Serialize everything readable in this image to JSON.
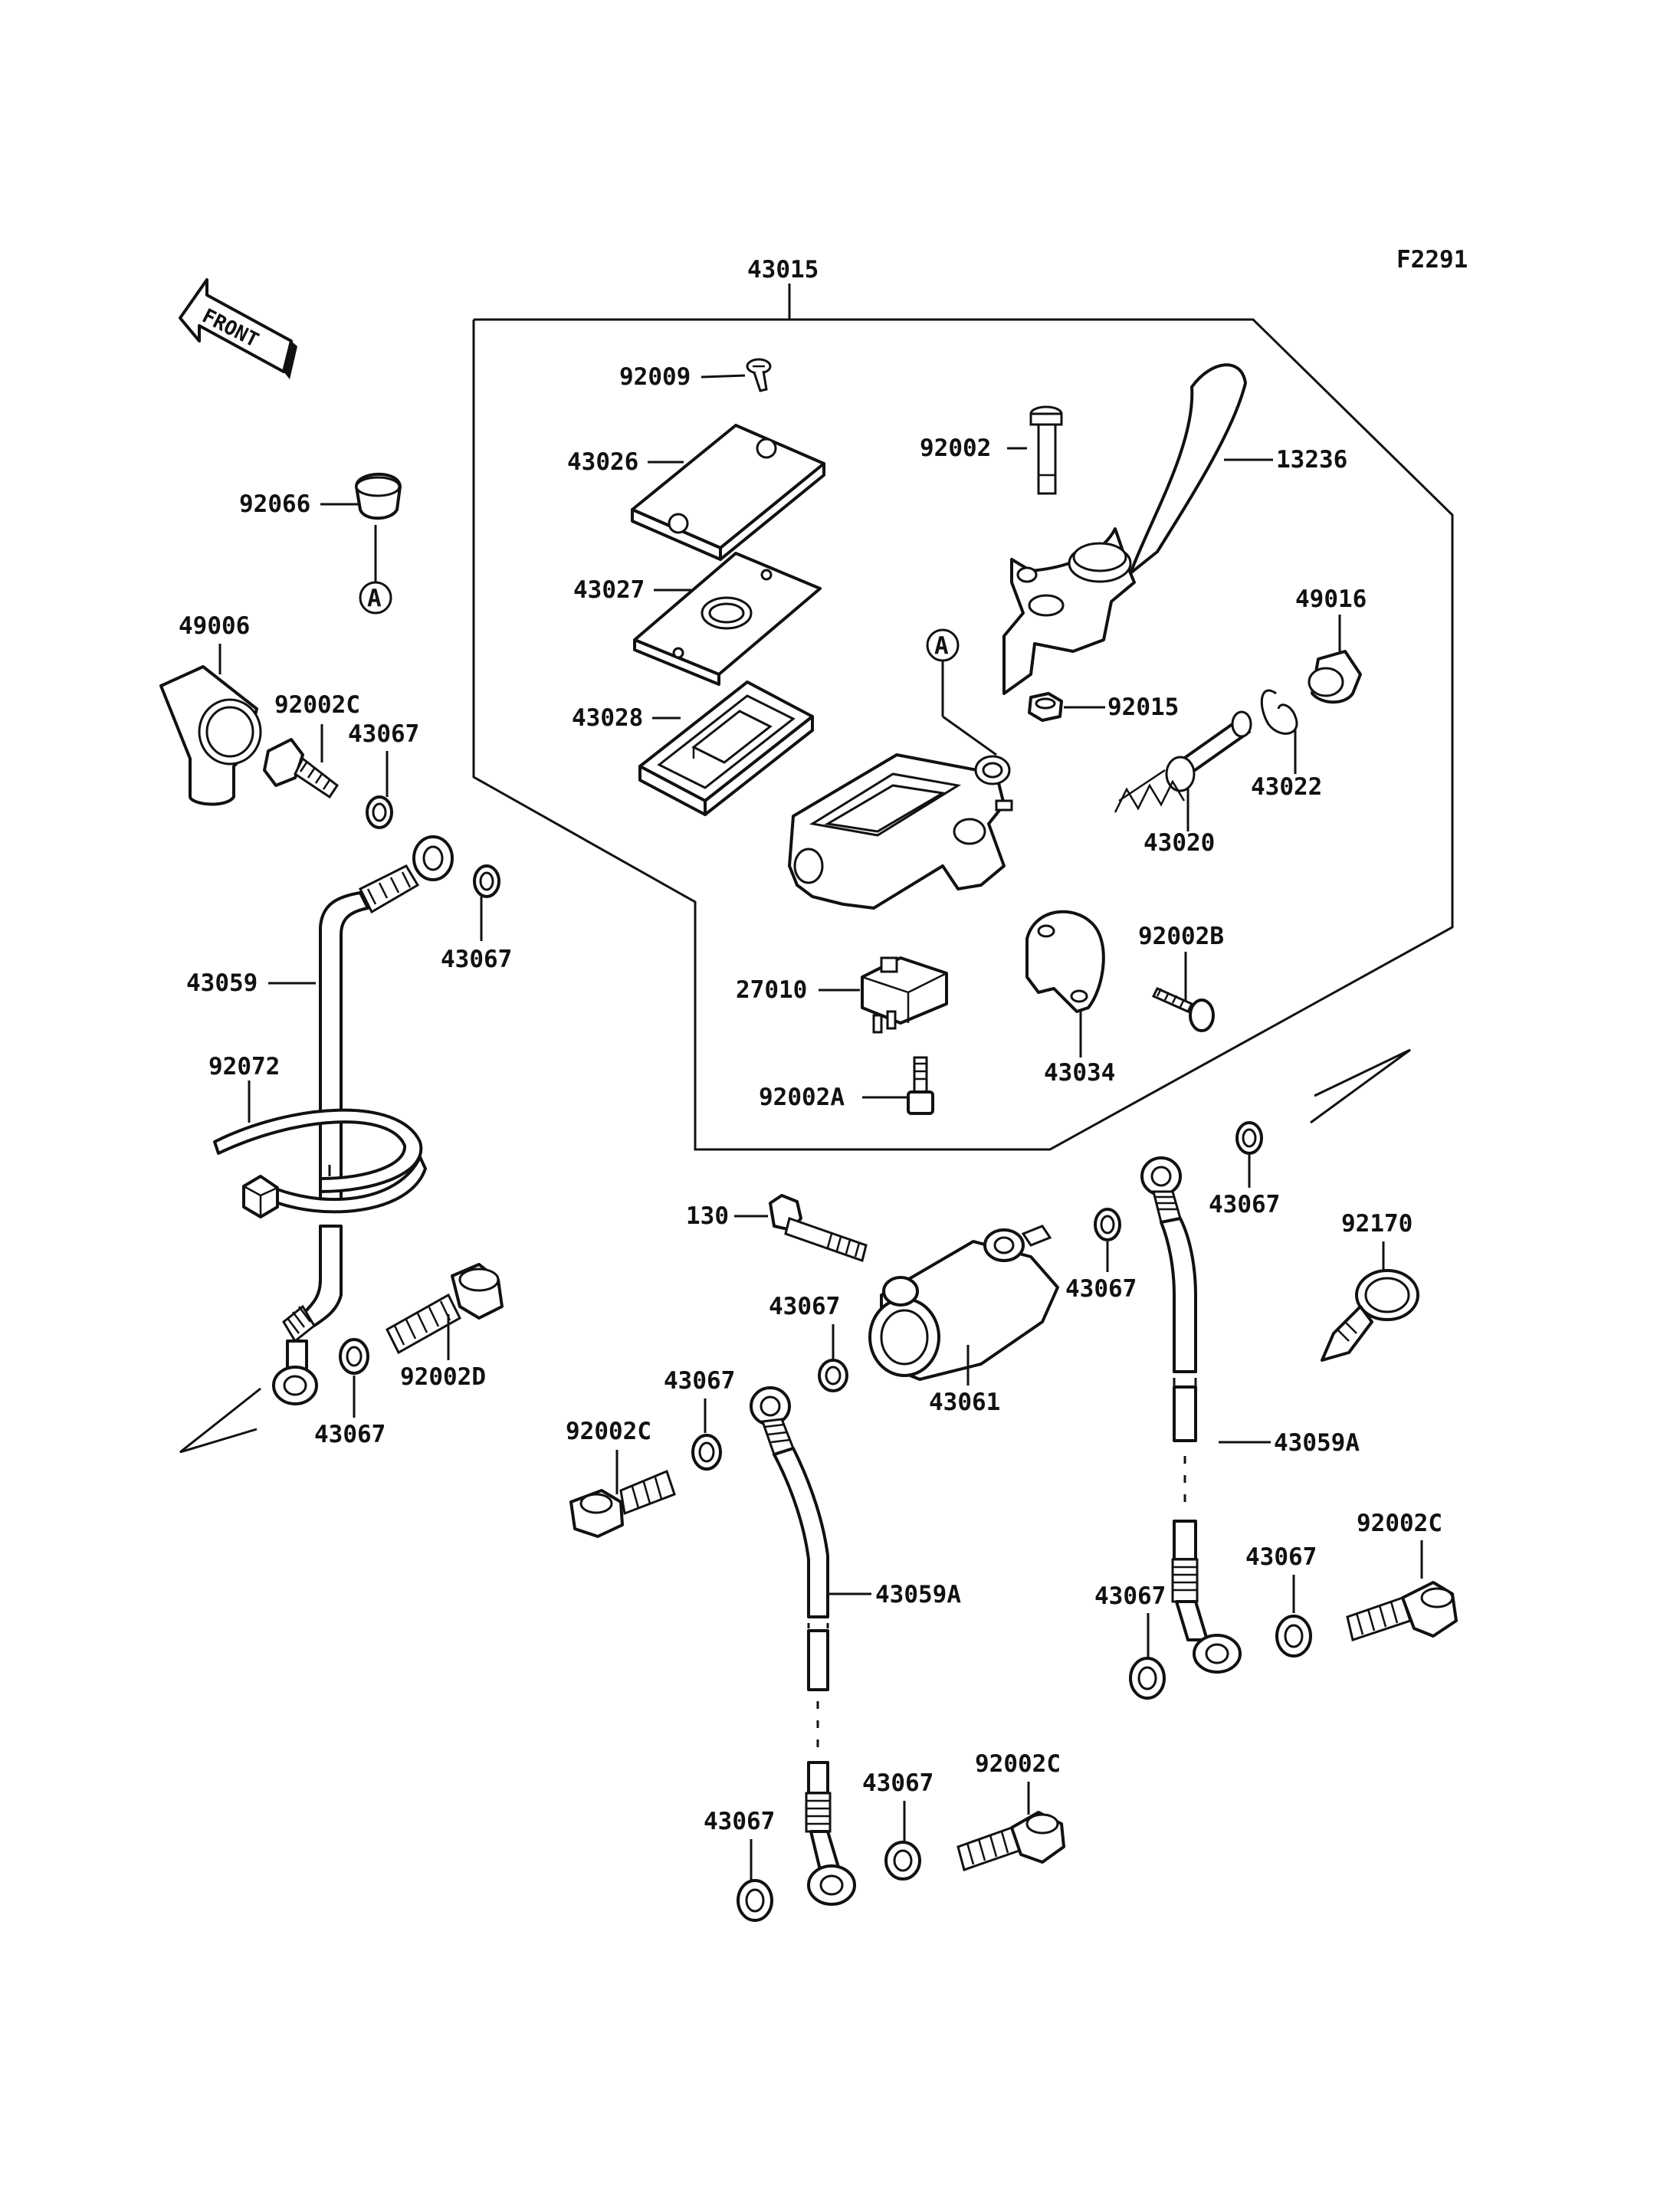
{
  "diagram_id": "F2291",
  "front_label": "FRONT",
  "callout_a": "A",
  "labels": {
    "l43015": "43015",
    "l92009": "92009",
    "l43026": "43026",
    "l43027": "43027",
    "l43028": "43028",
    "l92002": "92002",
    "l13236": "13236",
    "l49016": "49016",
    "l92015": "92015",
    "l43022": "43022",
    "l43020": "43020",
    "l92002B": "92002B",
    "l27010": "27010",
    "l43034": "43034",
    "l92002A": "92002A",
    "l92066": "92066",
    "l49006": "49006",
    "l92002C_a": "92002C",
    "l43067_a": "43067",
    "l43067_b": "43067",
    "l43059": "43059",
    "l92072": "92072",
    "l92002D": "92002D",
    "l43067_c": "43067",
    "l130": "130",
    "l43067_d": "43067",
    "l43061": "43061",
    "l43067_e": "43067",
    "l43067_f": "43067",
    "l92170": "92170",
    "l43067_g": "43067",
    "l92002C_b": "92002C",
    "l43059A_a": "43059A",
    "l43059A_b": "43059A",
    "l92002C_c": "92002C",
    "l43067_h": "43067",
    "l43067_i": "43067",
    "l92002C_d": "92002C",
    "l43067_j": "43067",
    "l43067_k": "43067"
  }
}
